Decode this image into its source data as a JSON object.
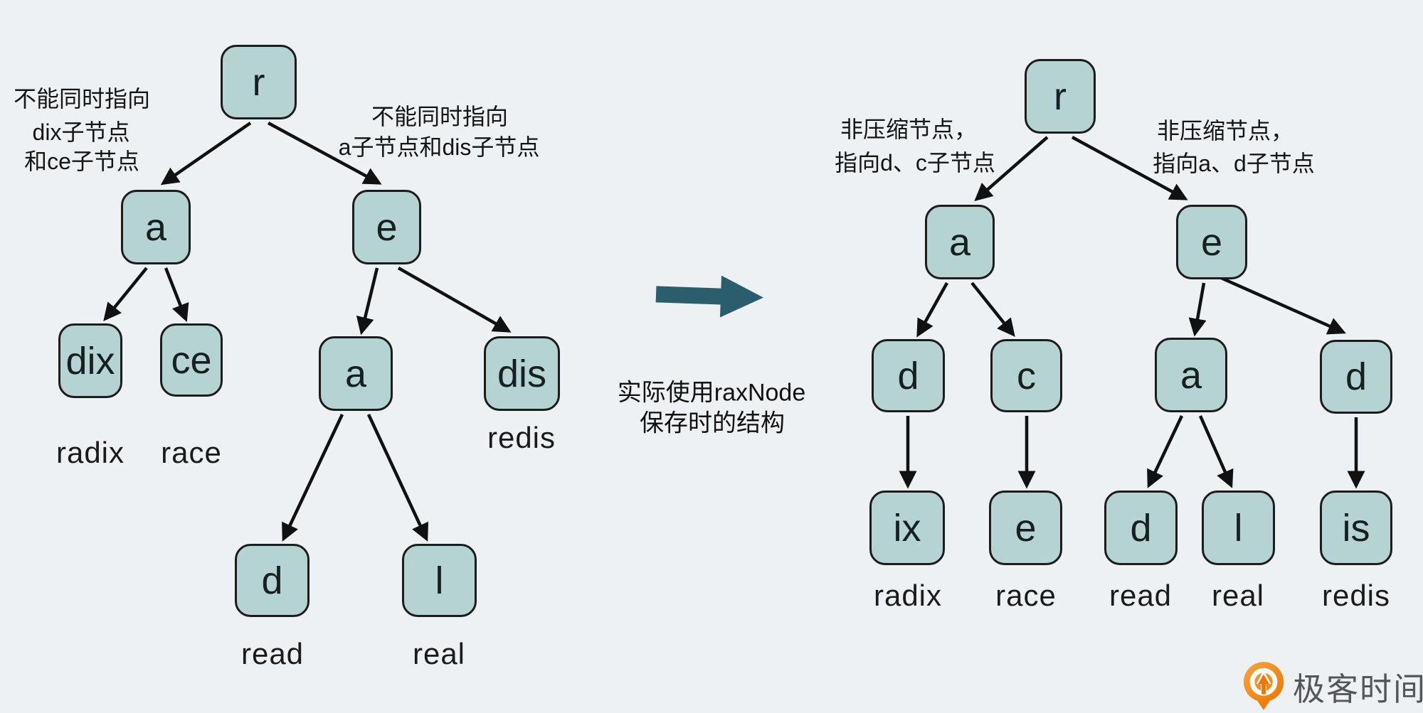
{
  "colors": {
    "background": "#eef1f4",
    "node_fill": "#b5d3d3",
    "node_border": "#1c1c1c",
    "edge": "#111111",
    "transform_arrow": "#2b5e6d",
    "logo_text": "#55565a",
    "logo_orange": "#f08200"
  },
  "left_tree": {
    "annotation_left_lines": [
      "不能同时指向",
      "dix子节点",
      "和ce子节点"
    ],
    "annotation_right_lines": [
      "不能同时指向",
      "a子节点和dis子节点"
    ],
    "nodes": {
      "r": "r",
      "a": "a",
      "e": "e",
      "dix": "dix",
      "ce": "ce",
      "a2": "a",
      "dis": "dis",
      "d": "d",
      "l": "l"
    },
    "labels": {
      "radix": "radix",
      "race": "race",
      "redis": "redis",
      "read": "read",
      "real": "real"
    }
  },
  "transform": {
    "caption_lines": [
      "实际使用raxNode",
      "保存时的结构"
    ]
  },
  "right_tree": {
    "annotation_left_lines": [
      "非压缩节点，",
      "指向d、c子节点"
    ],
    "annotation_right_lines": [
      "非压缩节点，",
      "指向a、d子节点"
    ],
    "nodes": {
      "r": "r",
      "a": "a",
      "e": "e",
      "d1": "d",
      "c": "c",
      "a2": "a",
      "d2": "d",
      "ix": "ix",
      "e2": "e",
      "d3": "d",
      "l": "l",
      "is": "is"
    },
    "labels": {
      "radix": "radix",
      "race": "race",
      "read": "read",
      "real": "real",
      "redis": "redis"
    }
  },
  "logo": {
    "text": "极客时间",
    "icon": "geektime-pin-icon"
  }
}
